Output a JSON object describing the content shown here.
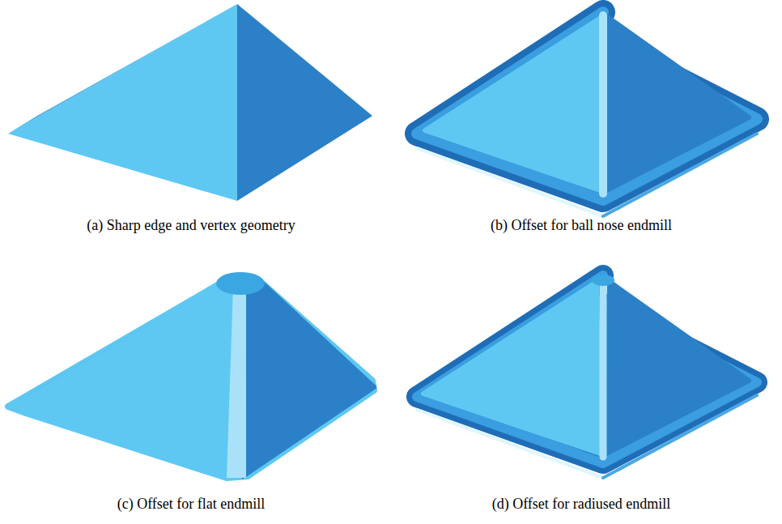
{
  "diagram": {
    "labels": [
      "(a) Sharp edge and vertex geometry",
      "(b) Offset for ball nose endmill",
      "(c) Offset for flat endmill",
      "(d) Offset for radiused endmill"
    ]
  }
}
